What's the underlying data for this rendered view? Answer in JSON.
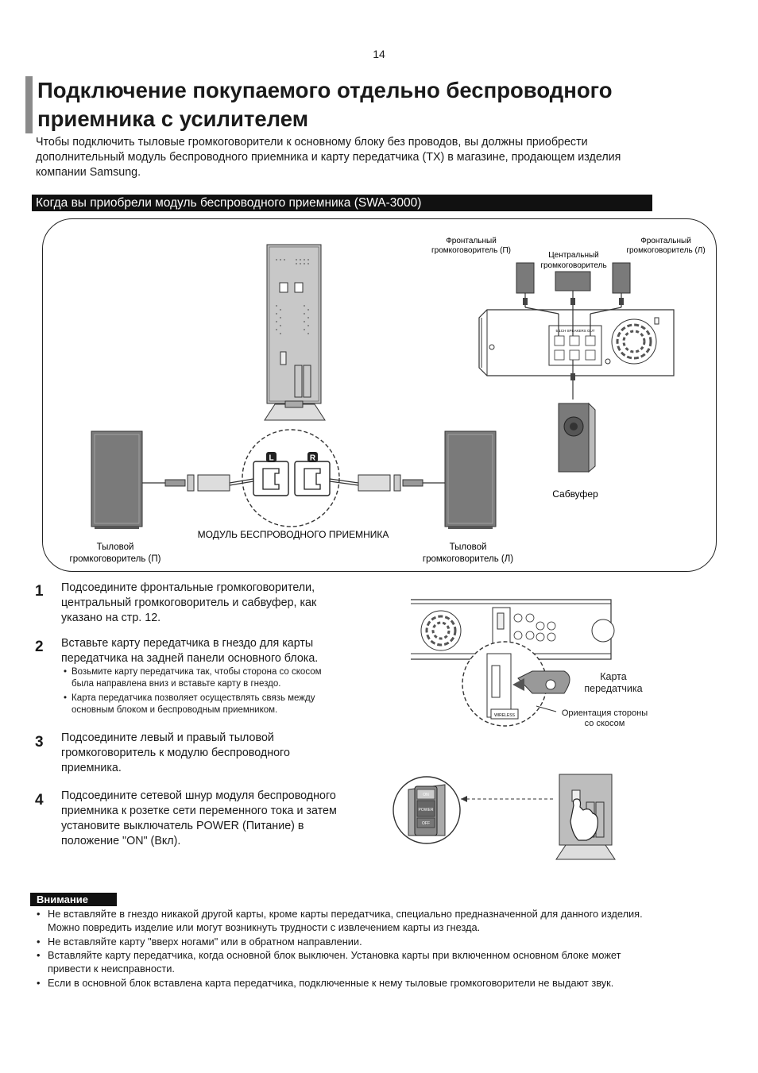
{
  "page_number": "14",
  "title_line1": "Подключение покупаемого отдельно беспроводного",
  "title_line2": "приемника с усилителем",
  "intro_line1": "Чтобы подключить тыловые громкоговорители к основному блоку без проводов, вы должны приобрести",
  "intro_line2": "дополнительный модуль беспроводного приемника и карту передатчика (TX) в магазине, продающем изделия",
  "intro_line3": "компании Samsung.",
  "section_title": "Когда вы приобрели модуль беспроводного приемника (SWA-3000)",
  "diagram": {
    "front_right_l1": "Фронтальный",
    "front_right_l2": "громкоговоритель (П)",
    "center_l1": "Центральный",
    "center_l2": "громкоговоритель",
    "front_left_l1": "Фронтальный",
    "front_left_l2": "громкоговоритель (Л)",
    "subwoofer": "Сабвуфер",
    "module_label": "МОДУЛЬ БЕСПРОВОДНОГО ПРИЕМНИКА",
    "rear_right_l1": "Тыловой",
    "rear_right_l2": "громкоговоритель (П)",
    "rear_left_l1": "Тыловой",
    "rear_left_l2": "громкоговоритель (Л)",
    "left_tag": "L",
    "right_tag": "R",
    "speakers_out": "5.1CH SPEAKERS OUT"
  },
  "steps": {
    "s1_num": "1",
    "s1_l1": "Подсоедините фронтальные громкоговорители,",
    "s1_l2": "центральный громкоговоритель и сабвуфер, как",
    "s1_l3": "указано на стр. 12.",
    "s2_num": "2",
    "s2_l1": "Вставьте карту передатчика в гнездо для карты",
    "s2_l2": "передатчика на задней панели основного блока.",
    "s2_b1_l1": "Возьмите карту передатчика так, чтобы сторона со скосом",
    "s2_b1_l2": "была направлена вниз и вставьте карту в гнездо.",
    "s2_b2_l1": "Карта передатчика позволяет осуществлять связь между",
    "s2_b2_l2": "основным блоком и беспроводным приемником.",
    "s3_num": "3",
    "s3_l1": "Подсоедините левый и правый тыловой",
    "s3_l2": "громкоговоритель к модулю беспроводного",
    "s3_l3": "приемника.",
    "s4_num": "4",
    "s4_l1": "Подсоедините сетевой шнур модуля беспроводного",
    "s4_l2": "приемника к розетке сети переменного тока и затем",
    "s4_l3": "установите выключатель POWER (Питание) в",
    "s4_l4": "положение \"ON\" (Вкл)."
  },
  "card_figure": {
    "card_l1": "Карта",
    "card_l2": "передатчика",
    "orient_l1": "Ориентация стороны",
    "orient_l2": "со скосом",
    "wireless": "WIRELESS"
  },
  "power_figure": {
    "on": "ON",
    "power": "POWER",
    "off": "OFF"
  },
  "warning": {
    "title": "Внимание",
    "w1_l1": "Не вставляйте в гнездо никакой другой карты, кроме карты передатчика, специально предназначенной для данного изделия.",
    "w1_l2": "Можно повредить изделие или могут возникнуть трудности с извлечением карты из гнезда.",
    "w2": "Не вставляйте карту \"вверх ногами\" или в обратном направлении.",
    "w3_l1": "Вставляйте карту передатчика, когда основной блок выключен. Установка карты при включенном основном блоке может",
    "w3_l2": "привести к неисправности.",
    "w4": "Если в основной блок вставлена карта передатчика, подключенные к нему тыловые громкоговорители не выдают звук."
  },
  "colors": {
    "speaker_fill": "#7a7a7a",
    "device_fill": "#bdbdbd",
    "section_bg": "#111111",
    "title_bar": "#8a8a8a"
  }
}
